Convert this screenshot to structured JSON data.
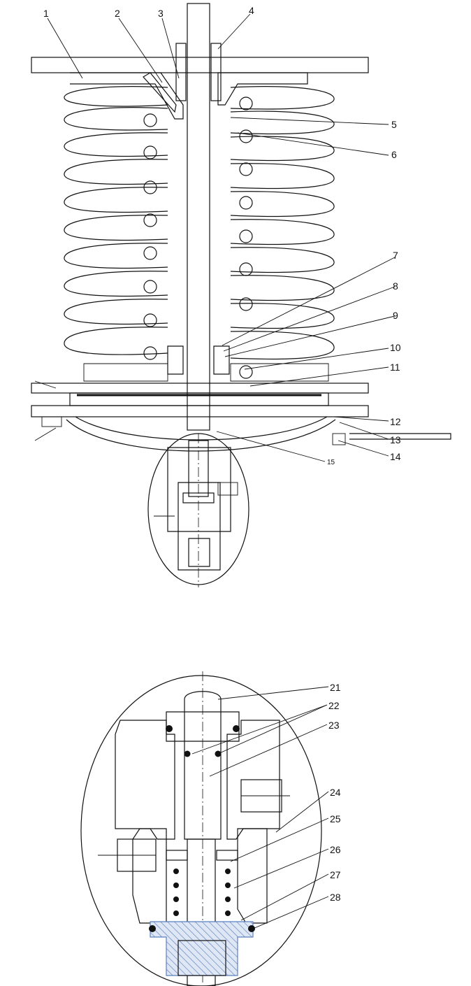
{
  "labels": {
    "l1": "1",
    "l2": "2",
    "l3": "3",
    "l4": "4",
    "l5": "5",
    "l6": "6",
    "l7": "7",
    "l8": "8",
    "l9": "9",
    "l10": "10",
    "l11": "11",
    "l12": "12",
    "l13": "13",
    "l14": "14",
    "l15": "15",
    "l21": "21",
    "l22": "22",
    "l23": "23",
    "l24": "24",
    "l25": "25",
    "l26": "26",
    "l27": "27",
    "l28": "28"
  },
  "colors": {
    "line": "#111111",
    "hatch_blue": "#5a7fc0",
    "seal": "#111111"
  }
}
